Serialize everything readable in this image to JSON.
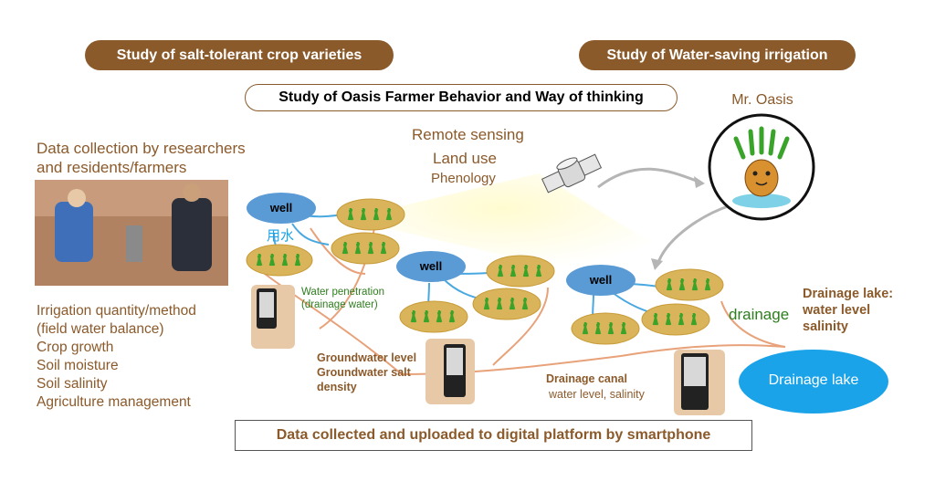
{
  "header": {
    "salt_tolerant": "Study of salt-tolerant crop varieties",
    "water_saving": "Study of Water-saving irrigation",
    "farmer_behavior": "Study of Oasis Farmer Behavior and Way of thinking"
  },
  "mascot": {
    "name": "Mr. Oasis"
  },
  "remote_sensing": {
    "title": "Remote sensing",
    "land_use": "Land use",
    "phenology": "Phenology"
  },
  "data_collection": {
    "title": "Data collection by researchers and residents/farmers",
    "items": [
      "Irrigation quantity/method (field water balance)",
      "Crop growth",
      "Soil moisture",
      "Soil salinity",
      "Agriculture management"
    ]
  },
  "wells": [
    "well",
    "well",
    "well"
  ],
  "labels": {
    "irrigation_water_cn": "用水",
    "water_penetration": "Water penetration (drainage water)",
    "groundwater_level": "Groundwater level",
    "groundwater_salt": "Groundwater salt density",
    "drainage_canal": "Drainage canal",
    "drainage_canal_sub": "water level, salinity",
    "drainage": "drainage",
    "drainage_lake_title": "Drainage lake:",
    "drainage_lake_sub1": "water level",
    "drainage_lake_sub2": "salinity",
    "drainage_lake": "Drainage lake"
  },
  "footer": {
    "upload": "Data collected and uploaded to digital platform by smartphone"
  },
  "colors": {
    "brown": "#8b5a2b",
    "well_blue": "#5b9bd5",
    "lake_blue": "#1aa3e8",
    "field_tan": "#d9b45a",
    "canal": "#e8a27a",
    "water_line": "#4aa8e0",
    "green_text": "#2e7d1e"
  }
}
